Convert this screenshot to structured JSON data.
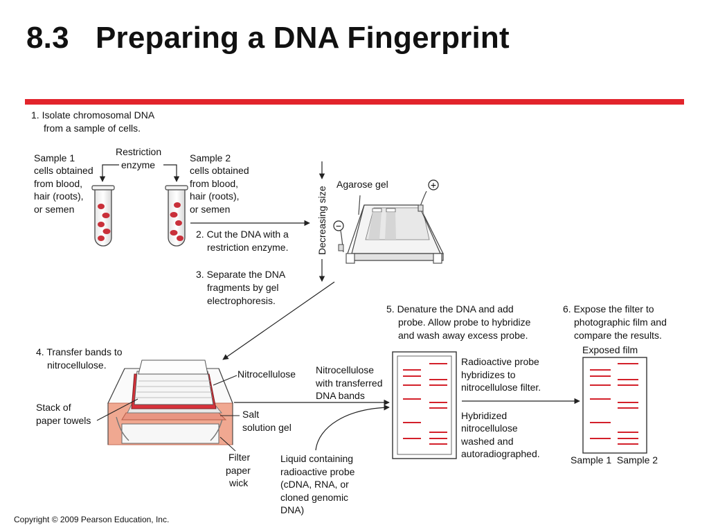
{
  "slide": {
    "number": "8.3",
    "title": "Preparing a DNA Fingerprint",
    "accent_color": "#e2242b"
  },
  "steps": {
    "step1": [
      "1. Isolate chromosomal DNA",
      "from a sample of cells."
    ],
    "step2": [
      "2. Cut the DNA with a",
      "restriction enzyme."
    ],
    "step3": [
      "3. Separate the DNA",
      "fragments by gel",
      "electrophoresis."
    ],
    "step4": [
      "4. Transfer bands to",
      "nitrocellulose."
    ],
    "step5": [
      "5. Denature the DNA and add",
      "probe. Allow probe to hybridize",
      "and wash away excess probe."
    ],
    "step6": [
      "6. Expose the filter to",
      "photographic film and",
      "compare the results."
    ]
  },
  "labels": {
    "sample1": [
      "Sample 1",
      "cells obtained",
      "from blood,",
      "hair (roots),",
      "or semen"
    ],
    "sample2": [
      "Sample 2",
      "cells obtained",
      "from blood,",
      "hair (roots),",
      "or semen"
    ],
    "restriction_enzyme": [
      "Restriction",
      "enzyme"
    ],
    "agarose_gel": "Agarose gel",
    "decreasing_size": "Decreasing size",
    "plus": "+",
    "minus": "−",
    "nitrocellulose": "Nitrocellulose",
    "stack_of_paper_towels": [
      "Stack of",
      "paper towels"
    ],
    "salt_solution_gel": [
      "Salt",
      "solution gel"
    ],
    "filter_paper_wick": [
      "Filter",
      "paper",
      "wick"
    ],
    "nitrocellulose_transferred": [
      "Nitrocellulose",
      "with transferred",
      "DNA bands"
    ],
    "liquid_probe": [
      "Liquid containing",
      "radioactive probe",
      "(cDNA, RNA, or",
      "cloned genomic",
      "DNA)"
    ],
    "radioactive_probe": [
      "Radioactive probe",
      "hybridizes to",
      "nitrocellulose filter."
    ],
    "hybridized": [
      "Hybridized",
      "nitrocellulose",
      "washed and",
      "autoradiographed."
    ],
    "exposed_film": "Exposed film",
    "film_samples": "Sample 1  Sample 2"
  },
  "copyright": "Copyright © 2009 Pearson Education, Inc."
}
